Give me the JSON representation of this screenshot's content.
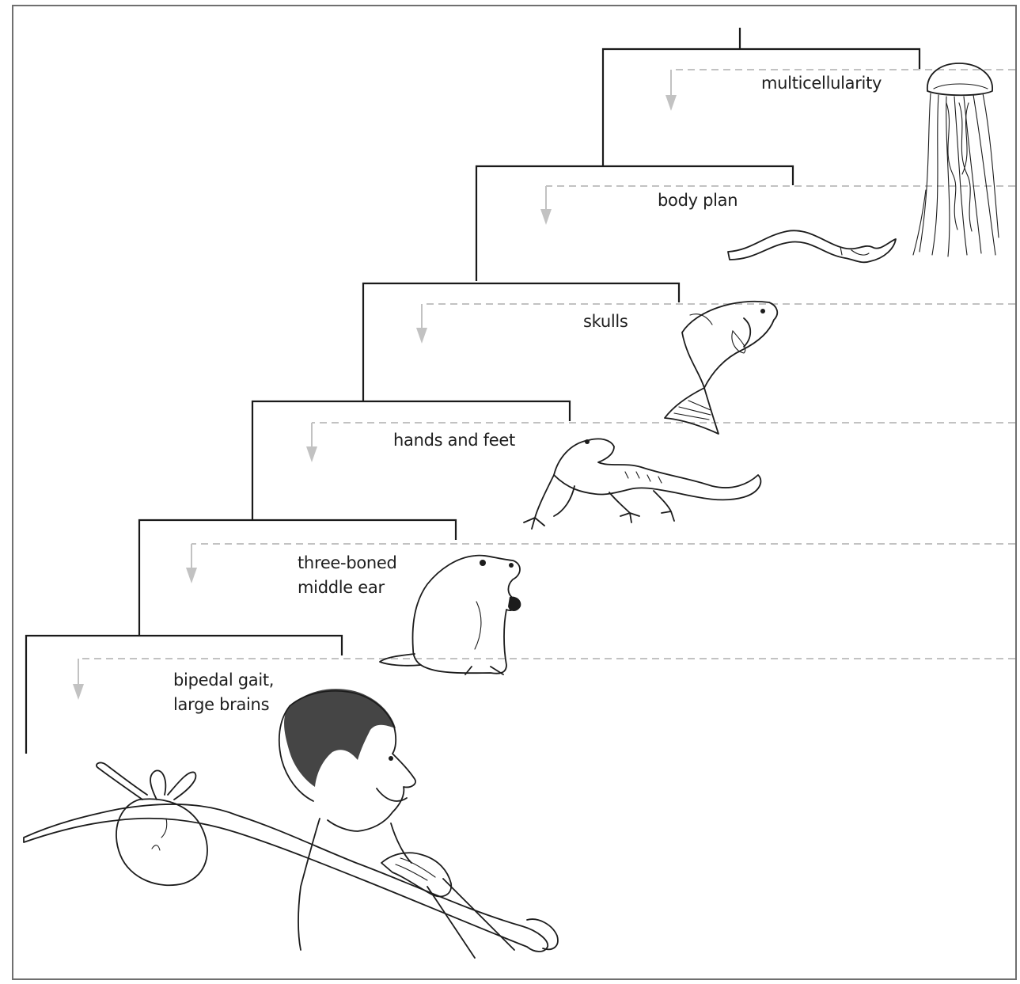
{
  "diagram": {
    "steps": [
      {
        "label_lines": [
          "multicellularity"
        ],
        "organism": "jellyfish-drawing"
      },
      {
        "label_lines": [
          "body plan"
        ],
        "organism": "worm-drawing"
      },
      {
        "label_lines": [
          "skulls"
        ],
        "organism": "fish-drawing"
      },
      {
        "label_lines": [
          "hands and feet"
        ],
        "organism": "salamander-drawing"
      },
      {
        "label_lines": [
          "three-boned",
          "middle ear"
        ],
        "organism": "rodent-drawing"
      },
      {
        "label_lines": [
          "bipedal gait,",
          "large brains"
        ],
        "organism": "human-drawing"
      }
    ],
    "colors": {
      "tree_line": "#1a1a1a",
      "dashed_arrow": "#c2c2c2",
      "frame": "#6f6f6f"
    }
  }
}
